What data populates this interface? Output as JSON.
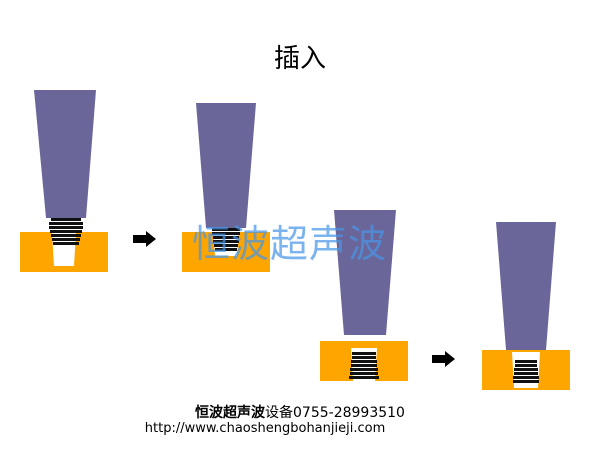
{
  "title": "插入",
  "watermark": "恒波超声波",
  "footer": {
    "brand": "恒波超声波",
    "company_rest": "设备0755-28993510",
    "url": "http://www.chaoshengbohanjieji.com"
  },
  "colors": {
    "horn": "#6b6699",
    "fixture": "#ffa500",
    "part_dark": "#111111",
    "part_light": "#ffffff",
    "arrow": "#000000"
  },
  "steps": [
    {
      "name": "step-1",
      "stage": "ridged part sitting on top of fixture"
    },
    {
      "name": "step-2",
      "stage": "part being inserted into fixture"
    },
    {
      "name": "step-3",
      "stage": "part partially inserted"
    },
    {
      "name": "step-4",
      "stage": "part fully inserted"
    }
  ]
}
